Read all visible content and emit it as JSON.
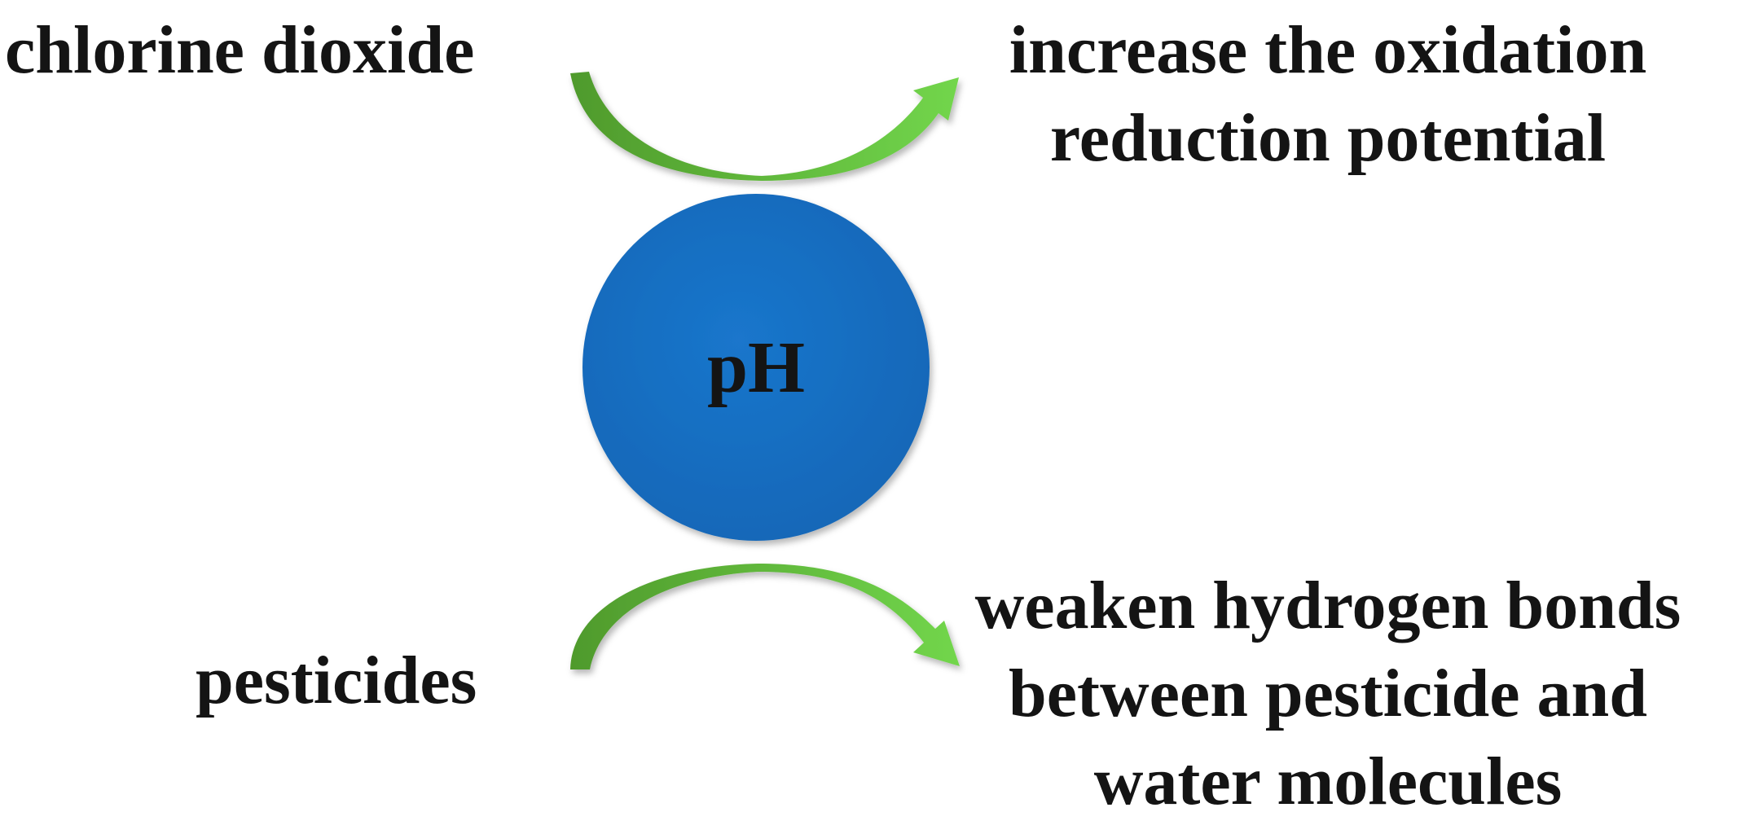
{
  "center": {
    "label": "pH",
    "color": "#1872c8"
  },
  "arrow_color": {
    "dark": "#4f9a2c",
    "light": "#72d64c"
  },
  "reagent": "chlorine dioxide",
  "substrate": "pesticides",
  "effect_top": {
    "lines": [
      "increase the oxidation",
      "reduction potential"
    ]
  },
  "effect_bottom": {
    "lines": [
      "weaken hydrogen bonds",
      "between pesticide and",
      "water molecules"
    ]
  }
}
